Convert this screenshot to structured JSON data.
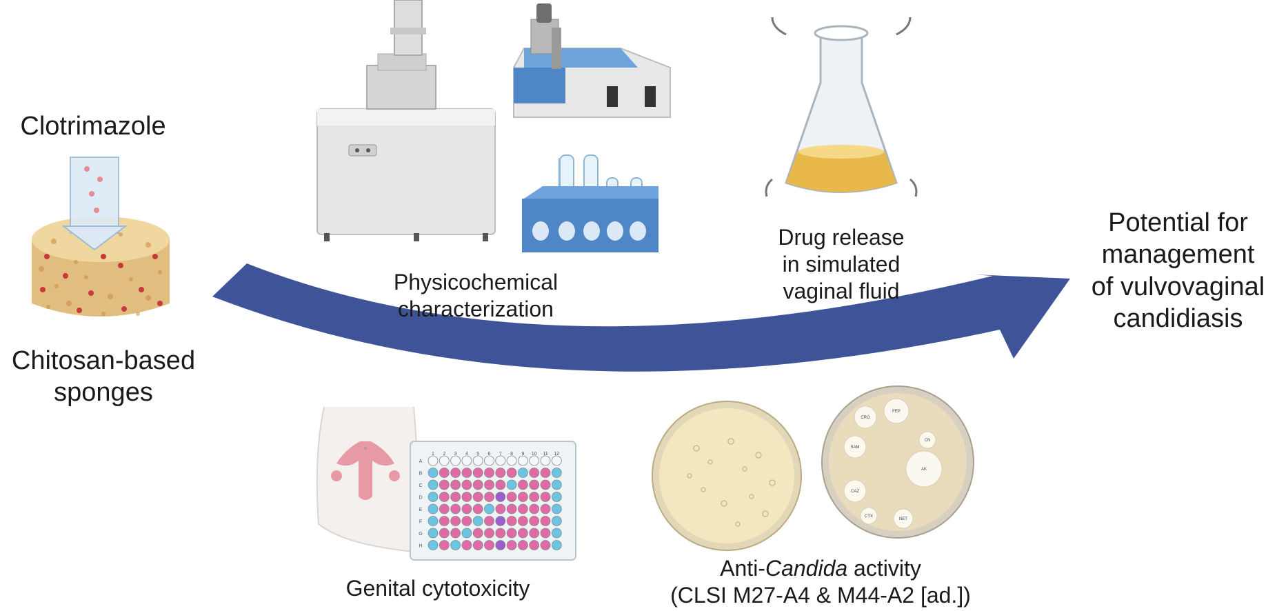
{
  "labels": {
    "clotrimazole": "Clotrimazole",
    "sponges": {
      "line1": "Chitosan-based",
      "line2": "sponges"
    },
    "physicochemical": {
      "line1": "Physicochemical",
      "line2": "characterization"
    },
    "drug_release": {
      "line1": "Drug release",
      "line2": "in simulated",
      "line3": "vaginal fluid"
    },
    "potential": {
      "line1": "Potential for",
      "line2": "management",
      "line3": "of vulvovaginal",
      "line4": "candidiasis"
    },
    "cytotoxicity": "Genital cytotoxicity",
    "anticandida": {
      "prefix": "Anti-",
      "italic": "Candida",
      "suffix": " activity",
      "line2": "(CLSI M27-A4 & M44-A2 [ad.])"
    },
    "plate_cols": [
      "1",
      "2",
      "3",
      "4",
      "5",
      "6",
      "7",
      "8",
      "9",
      "10",
      "11",
      "12"
    ],
    "plate_rows": [
      "A",
      "B",
      "C",
      "D",
      "E",
      "F",
      "G",
      "H"
    ],
    "disk_labels": [
      "CRO",
      "FEP",
      "SAM",
      "CN",
      "CAZ",
      "AK",
      "CTX",
      "NET"
    ]
  },
  "colors": {
    "arrow": "#3f5498",
    "sponge": "#e9c98f",
    "sponge_dot": "#c93a3a",
    "liquid": "#e9b84a",
    "instrument_blue": "#4f86c6",
    "well_pink": "#e06aa5",
    "well_blue": "#6bc4e2",
    "well_purple": "#9c5fc9",
    "dish": "#f3e7bf"
  }
}
